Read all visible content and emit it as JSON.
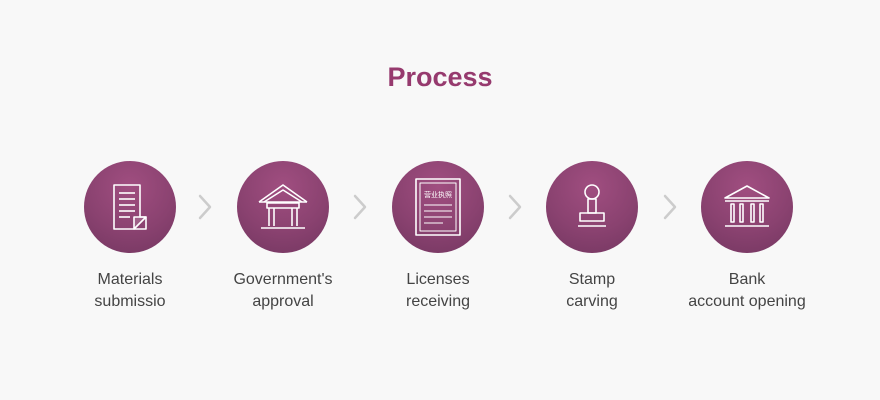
{
  "title": "Process",
  "colors": {
    "accent": "#963a6e",
    "circle": "#8a4270",
    "chevron": "#cccccc",
    "text": "#444444"
  },
  "steps": [
    {
      "icon": "document-icon",
      "line1": "Materials",
      "line2": "submissio"
    },
    {
      "icon": "government-building-icon",
      "line1": "Government's",
      "line2": "approval"
    },
    {
      "icon": "business-license-icon",
      "badge": "营业执照",
      "line1": "Licenses",
      "line2": "receiving"
    },
    {
      "icon": "stamp-icon",
      "line1": "Stamp",
      "line2": "carving"
    },
    {
      "icon": "bank-icon",
      "line1": "Bank",
      "line2": "account opening"
    }
  ],
  "separators": [
    "chevron-right-icon",
    "chevron-right-icon",
    "chevron-right-icon",
    "chevron-right-icon"
  ]
}
